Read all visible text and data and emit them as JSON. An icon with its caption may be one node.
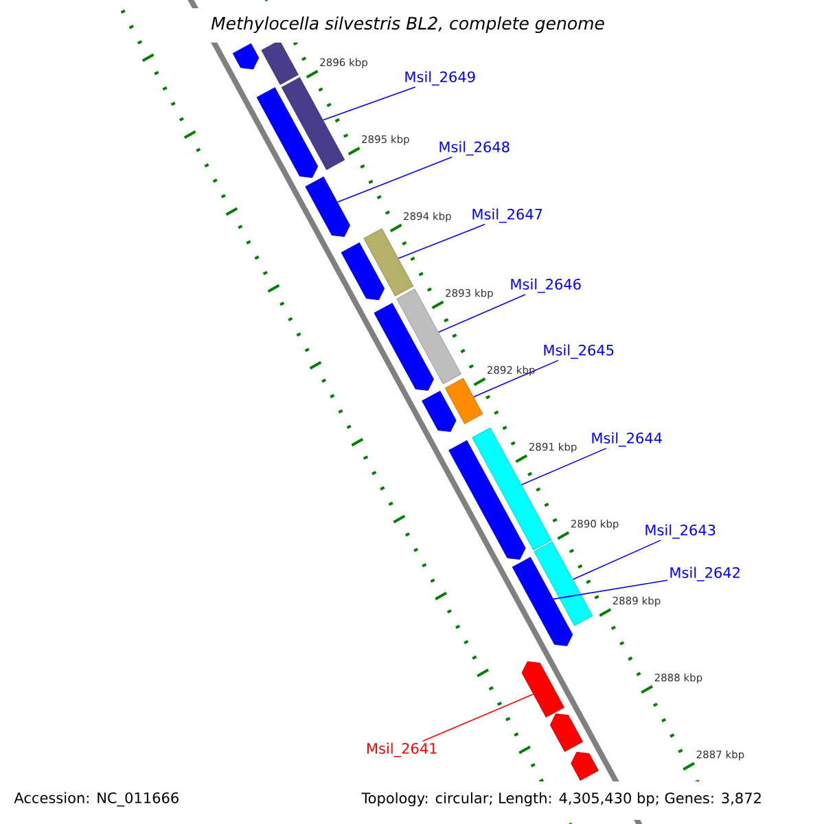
{
  "diagram": {
    "title": "Methylocella silvestris BL2, complete genome",
    "nodes": [
      {
        "text": [
          "Msil_2649"
        ]
      },
      {
        "text": [
          "Msil_2648"
        ]
      },
      {
        "text": [
          "Msil_2647"
        ]
      },
      {
        "text": [
          "Msil_2646"
        ]
      },
      {
        "text": [
          "Msil_2645"
        ]
      },
      {
        "text": [
          "Msil_2644"
        ]
      },
      {
        "text": [
          "Msil_2643"
        ]
      },
      {
        "text": [
          "Msil_2642"
        ]
      },
      {
        "text": [
          "Msil_2641"
        ]
      },
      {
        "text": [],
        "shape": "bar"
      },
      {
        "text": [],
        "shape": "bar"
      },
      {
        "text": [],
        "shape": "bar"
      },
      {
        "text": [],
        "shape": "bar"
      },
      {
        "text": [],
        "shape": "bar"
      },
      {
        "text": [],
        "shape": "bar"
      },
      {
        "text": [],
        "shape": "bar"
      },
      {
        "text": [],
        "shape": "bar"
      },
      {
        "text": [],
        "shape": "bar"
      },
      {
        "text": [],
        "shape": "bar"
      },
      {
        "text": [],
        "shape": "bar"
      },
      {
        "text": [],
        "shape": "bar"
      },
      {
        "text": [],
        "shape": "bar"
      },
      {
        "text": [],
        "shape": "bar"
      },
      {
        "text": [],
        "shape": "bar"
      },
      {
        "text": [],
        "shape": "bar"
      },
      {
        "text": [],
        "shape": "bar"
      },
      {
        "text": [],
        "shape": "bar"
      }
    ],
    "edges": [
      {
        "from": 0,
        "to": 12,
        "arrow": "none"
      },
      {
        "from": 1,
        "to": 13,
        "arrow": "none"
      },
      {
        "from": 2,
        "to": 14,
        "arrow": "none"
      },
      {
        "from": 3,
        "to": 16,
        "arrow": "none"
      },
      {
        "from": 4,
        "to": 18,
        "arrow": "none"
      },
      {
        "from": 5,
        "to": 20,
        "arrow": "none"
      },
      {
        "from": 6,
        "to": 22,
        "arrow": "none"
      },
      {
        "from": 7,
        "to": 23,
        "arrow": "none"
      },
      {
        "from": 8,
        "to": 24,
        "arrow": "none",
        "color": "#ff0000"
      }
    ],
    "labels": [
      "2896 kbp",
      "2895 kbp",
      "2894 kbp",
      "2893 kbp",
      "2892 kbp",
      "2891 kbp",
      "2890 kbp",
      "2889 kbp",
      "2888 kbp",
      "2887 kbp",
      "Accession: NC_011666",
      "Topology: circular; Length: 4,305,430 bp; Genes: 3,872"
    ]
  }
}
